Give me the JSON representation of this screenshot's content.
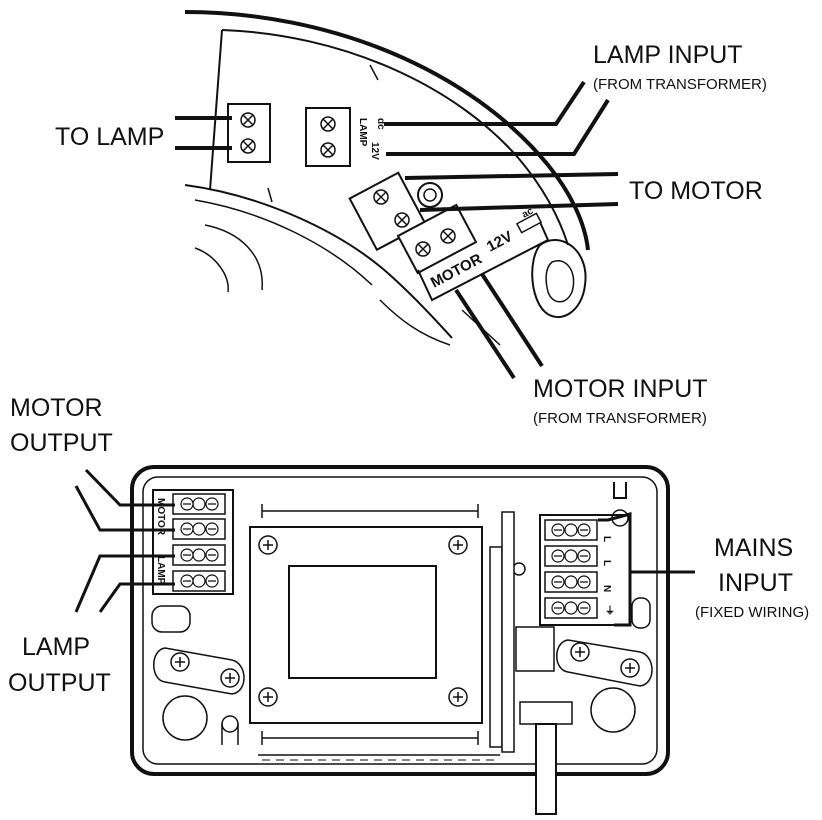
{
  "top_unit": {
    "labels": {
      "to_lamp": "TO LAMP",
      "lamp_input": "LAMP INPUT",
      "lamp_input_sub": "(FROM TRANSFORMER)",
      "to_motor": "TO MOTOR",
      "motor_input": "MOTOR INPUT",
      "motor_input_sub": "(FROM TRANSFORMER)"
    },
    "terminal_marks": {
      "lamp": "LAMP",
      "lamp_voltage": "12V",
      "lamp_current": "dc",
      "motor": "MOTOR",
      "motor_voltage": "12V",
      "motor_current": "ac"
    }
  },
  "transformer_unit": {
    "labels": {
      "motor_output_1": "MOTOR",
      "motor_output_2": "OUTPUT",
      "lamp_output_1": "LAMP",
      "lamp_output_2": "OUTPUT",
      "mains_input_1": "MAINS",
      "mains_input_2": "INPUT",
      "mains_input_sub": "(FIXED WIRING)"
    },
    "terminal_marks": {
      "motor": "MOTOR",
      "lamp": "LAMP",
      "line": "L",
      "line_2": "L",
      "neutral": "N",
      "earth": "⏚"
    }
  }
}
